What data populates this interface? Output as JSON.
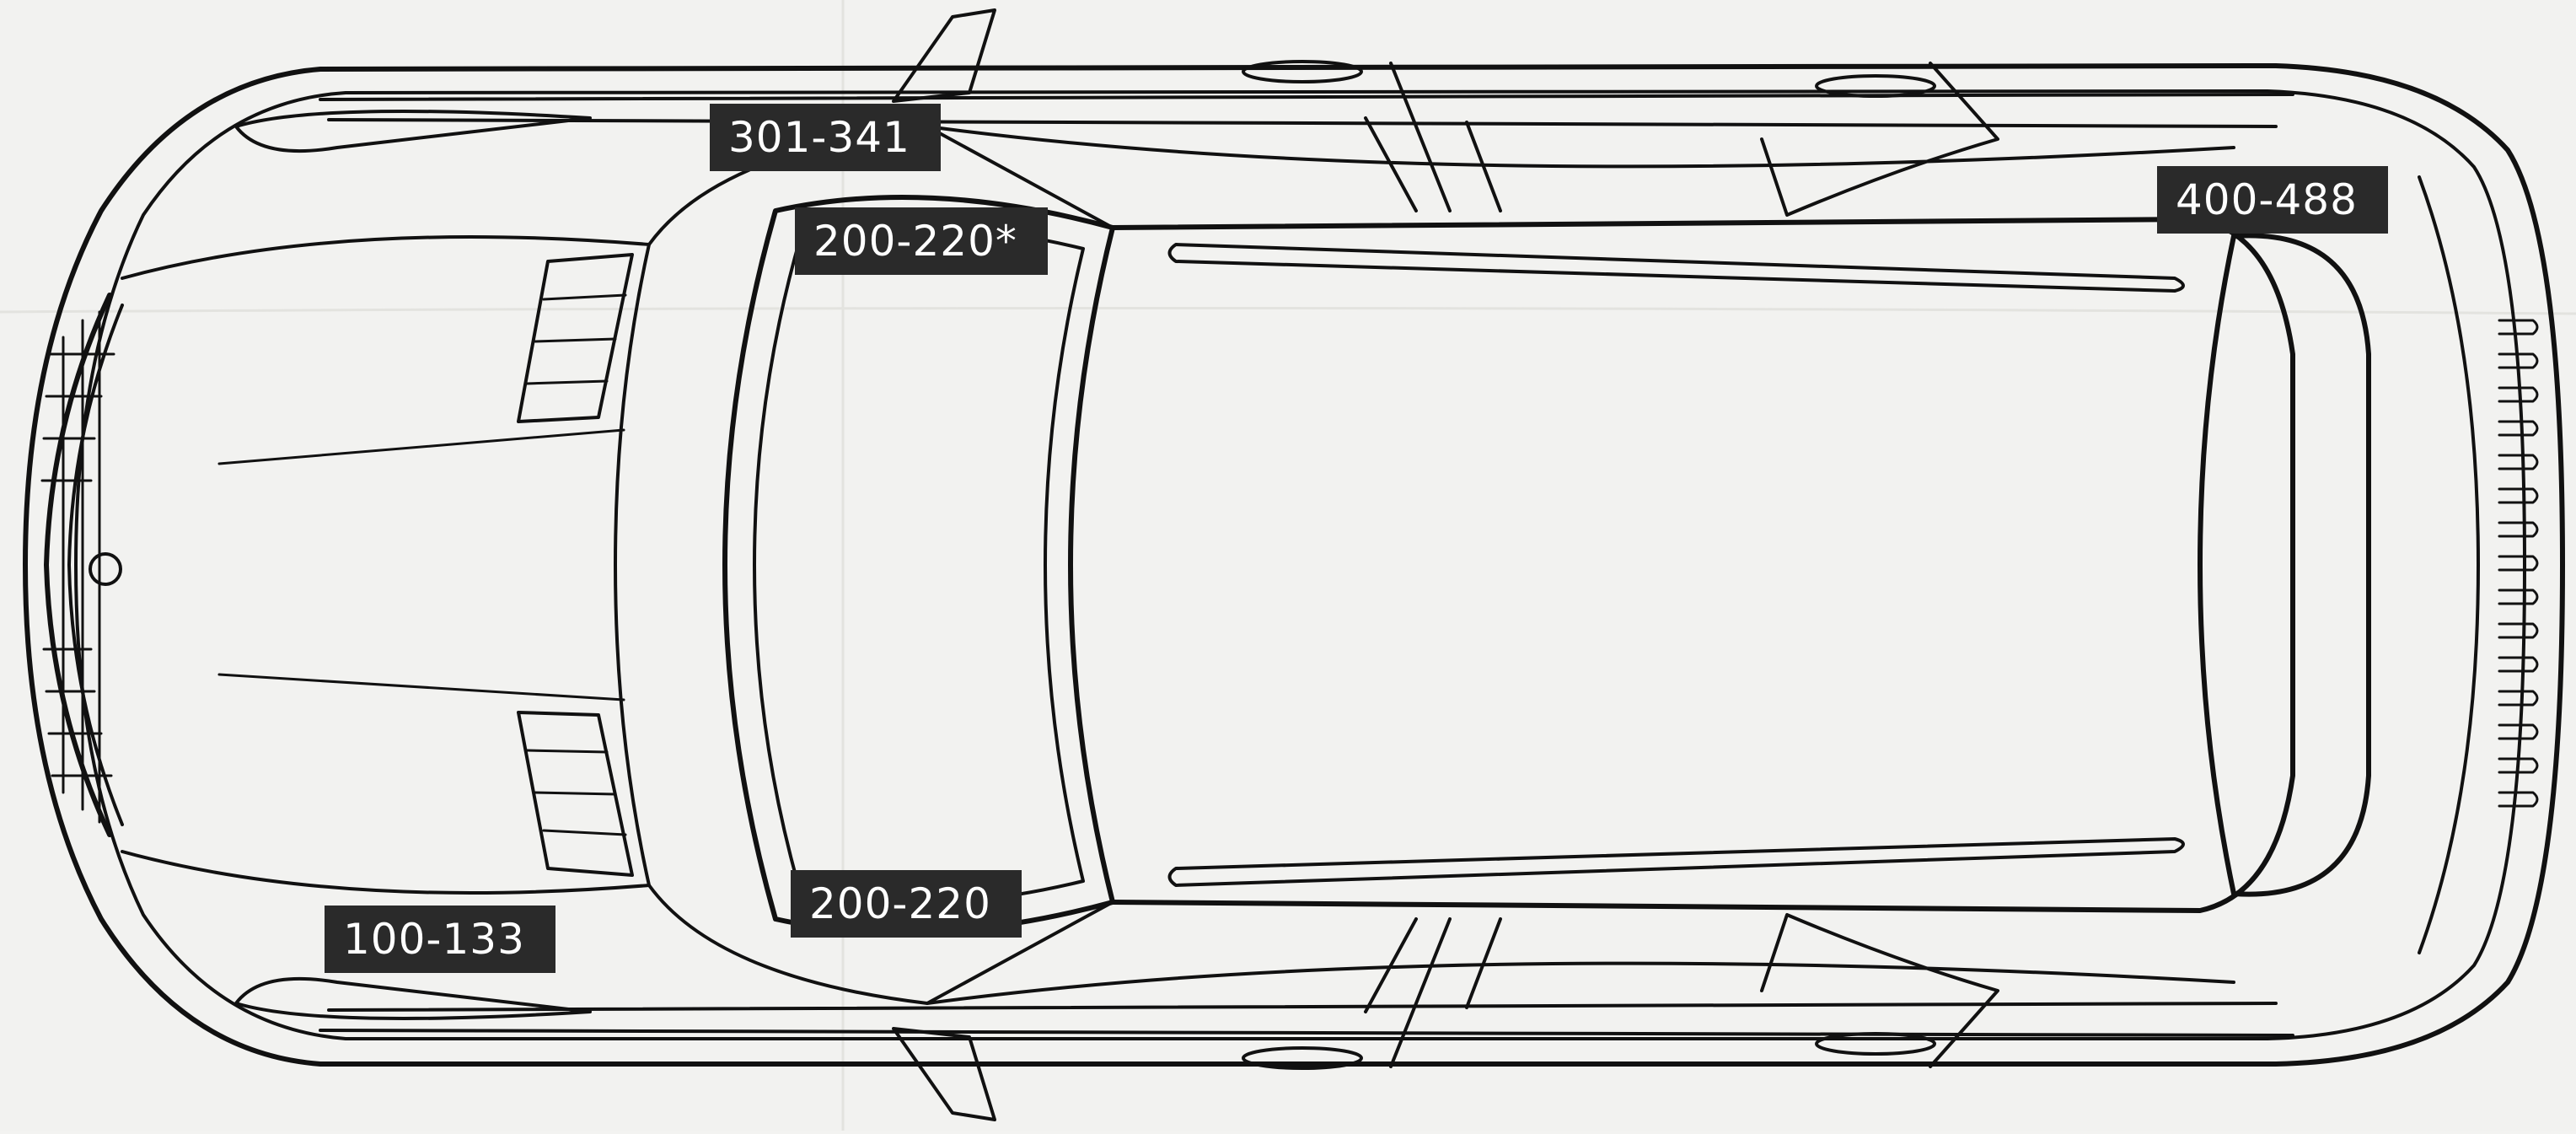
{
  "labels": {
    "front_roof_upper": "301-341",
    "windshield_upper": "200-220*",
    "rear_upper": "400-488",
    "front_lower": "100-133",
    "windshield_lower": "200-220"
  }
}
